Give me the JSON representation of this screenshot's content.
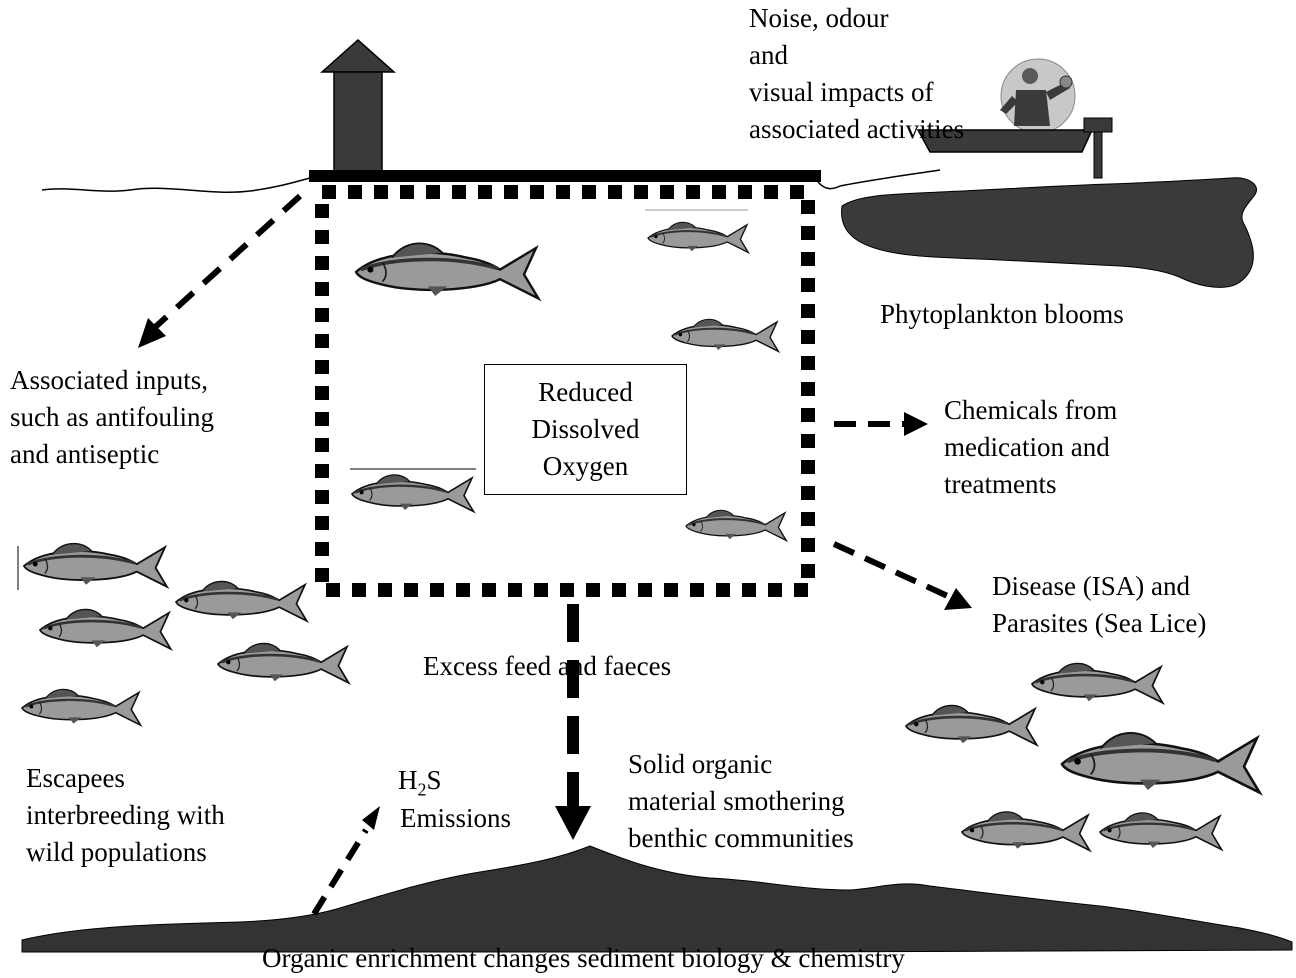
{
  "labels": {
    "noise": "Noise, odour\nand\nvisual impacts of\nassociated activities",
    "phyto": "Phytoplankton blooms",
    "inputs": "Associated inputs,\nsuch as antifouling\nand antiseptic",
    "oxygen": "Reduced\nDissolved\nOxygen",
    "chemicals": "Chemicals from\nmedication and\ntreatments",
    "disease": "Disease (ISA) and\nParasites (Sea Lice)",
    "feed": "Excess feed and faeces",
    "escapees": "Escapees\ninterbreeding with\nwild populations",
    "h2s_main": "H",
    "h2s_sub": "2",
    "h2s_rest": "S",
    "emissions": "Emissions",
    "solid": "Solid organic\nmaterial smothering\nbenthic communities",
    "sediment": "Organic enrichment changes sediment biology & chemistry"
  },
  "icons": {
    "house": "hut-icon",
    "boat": "boat-with-fisherman-icon",
    "fish": "salmon-icon"
  },
  "colors": {
    "ink": "#000000",
    "dark_fill": "#3a3a3a",
    "fish_body": "#9a9a9a"
  }
}
